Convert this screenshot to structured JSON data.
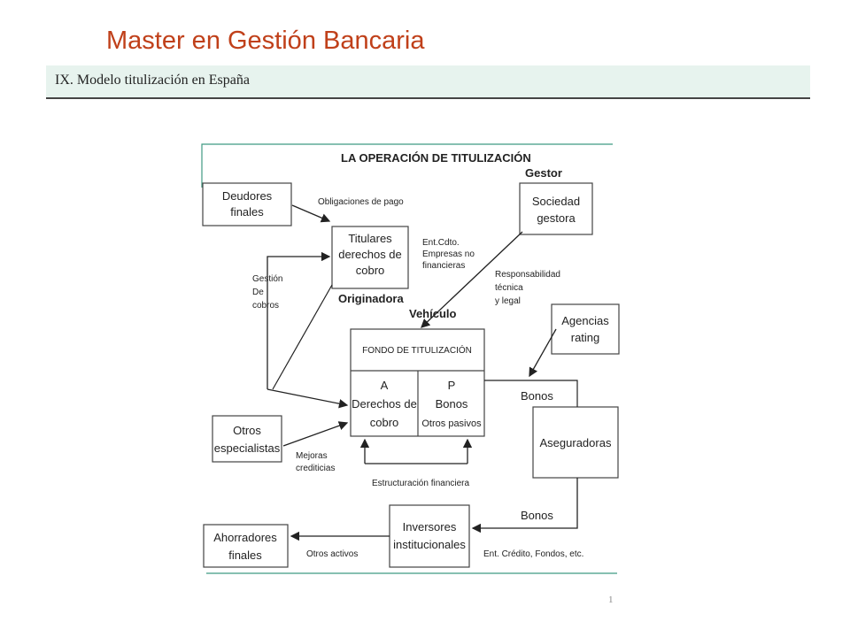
{
  "slide": {
    "title": "Master en Gestión Bancaria",
    "section": "IX. Modelo titulización en España",
    "page_number": "1"
  },
  "colors": {
    "title": "#c0401a",
    "bar": "#e7f3ee",
    "frame": "#3f9a82"
  },
  "diagram": {
    "heading": "LA OPERACIÓN DE TITULIZACIÓN",
    "boxes": {
      "deudores": [
        "Deudores",
        "finales"
      ],
      "titulares": [
        "Titulares",
        "derechos de",
        "cobro"
      ],
      "sociedad": [
        "Sociedad",
        "gestora"
      ],
      "agencias": [
        "Agencias",
        "rating"
      ],
      "fondo_title": "FONDO DE TITULIZACIÓN",
      "fondo_a": [
        "A",
        "Derechos de",
        "cobro"
      ],
      "fondo_p": [
        "P",
        "Bonos",
        "Otros pasivos"
      ],
      "otros_especialistas": [
        "Otros",
        "especialistas"
      ],
      "aseguradoras": [
        "Aseguradoras"
      ],
      "inversores": [
        "Inversores",
        "institucionales"
      ],
      "ahorradores": [
        "Ahorradores",
        "finales"
      ]
    },
    "labels": {
      "gestor": "Gestor",
      "originadora": "Originadora",
      "vehiculo": "Vehículo",
      "obligaciones": "Obligaciones de pago",
      "ent_cdto": [
        "Ent.Cdto.",
        "Empresas no",
        "financieras"
      ],
      "gestion_cobros": [
        "Gestión",
        "De",
        "cobros"
      ],
      "responsabilidad": [
        "Responsabilidad",
        "técnica",
        "y legal"
      ],
      "bonos_1": "Bonos",
      "bonos_2": "Bonos",
      "mejoras": [
        "Mejoras",
        "crediticias"
      ],
      "estructuracion": "Estructuración financiera",
      "otros_activos": "Otros activos",
      "ent_credito": "Ent. Crédito, Fondos, etc."
    }
  }
}
